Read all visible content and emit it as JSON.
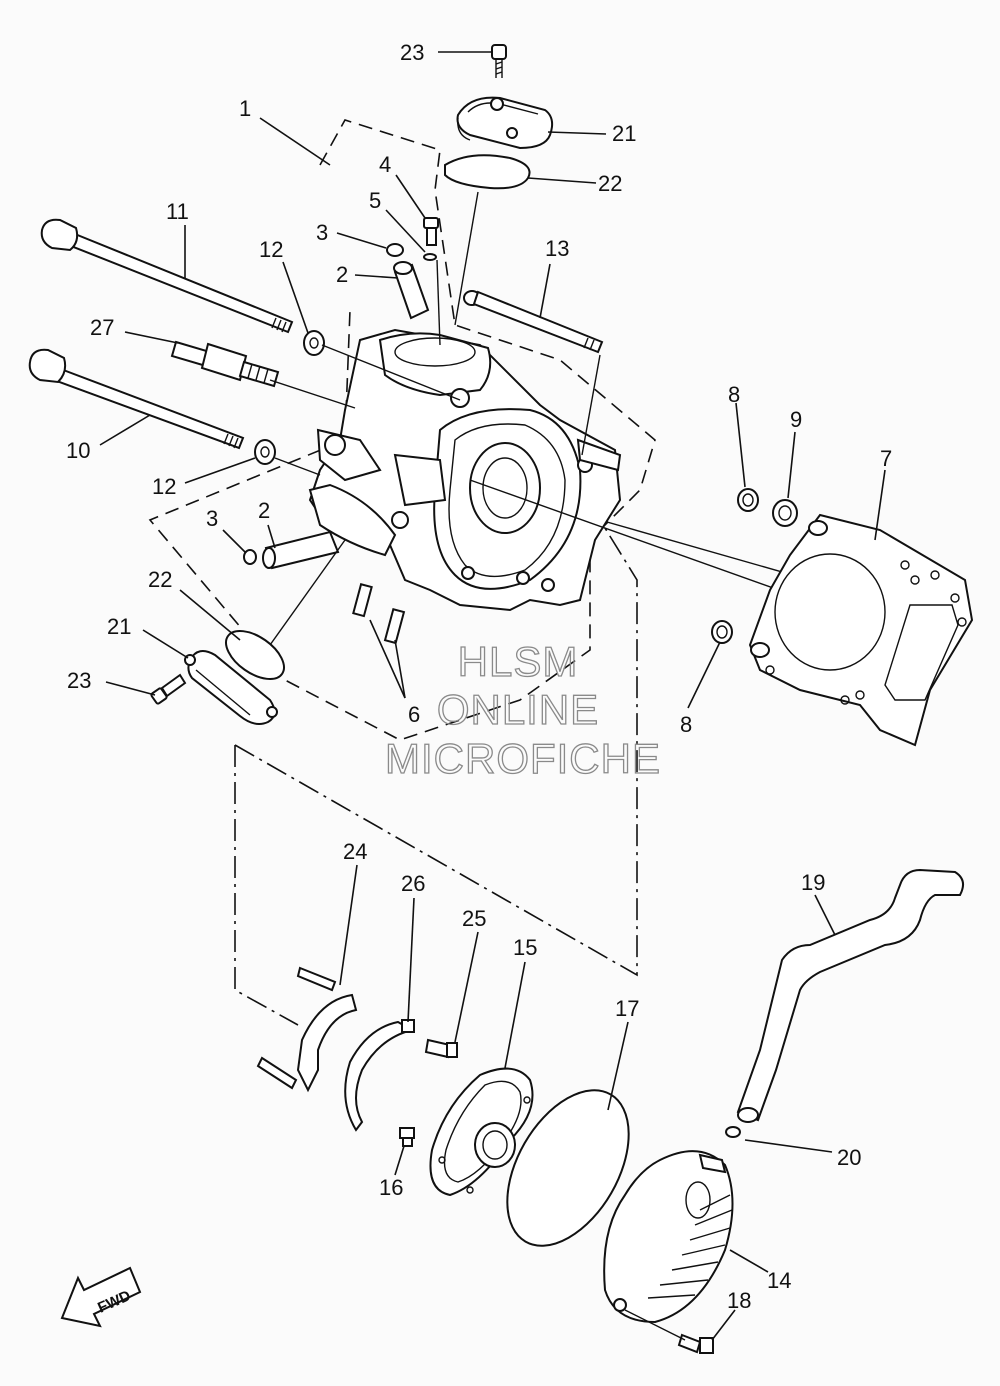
{
  "watermark": {
    "line1": "HLSM",
    "line2": "ONLINE",
    "line3": "MICROFICHE"
  },
  "fwd_label": "FWD",
  "callouts": {
    "c1": "1",
    "c2a": "2",
    "c2b": "2",
    "c3a": "3",
    "c3b": "3",
    "c4": "4",
    "c5": "5",
    "c6": "6",
    "c7": "7",
    "c8a": "8",
    "c8b": "8",
    "c9": "9",
    "c10": "10",
    "c11": "11",
    "c12a": "12",
    "c12b": "12",
    "c13": "13",
    "c14": "14",
    "c15": "15",
    "c16": "16",
    "c17": "17",
    "c18": "18",
    "c19": "19",
    "c20": "20",
    "c21a": "21",
    "c21b": "21",
    "c22a": "22",
    "c22b": "22",
    "c23a": "23",
    "c23b": "23",
    "c24": "24",
    "c25": "25",
    "c26": "26",
    "c27": "27"
  }
}
